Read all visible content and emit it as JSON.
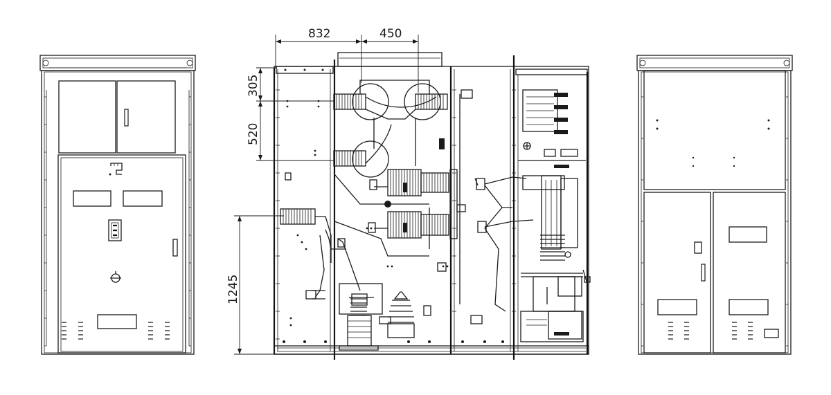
{
  "drawing": {
    "views": [
      "front-view",
      "side-section-view",
      "rear-view"
    ],
    "dimensions": {
      "top_left": "832",
      "top_right": "450",
      "upper_1": "305",
      "upper_2": "520",
      "lower": "1245"
    },
    "colors": {
      "line": "#1a1a1a",
      "background": "#ffffff"
    }
  }
}
